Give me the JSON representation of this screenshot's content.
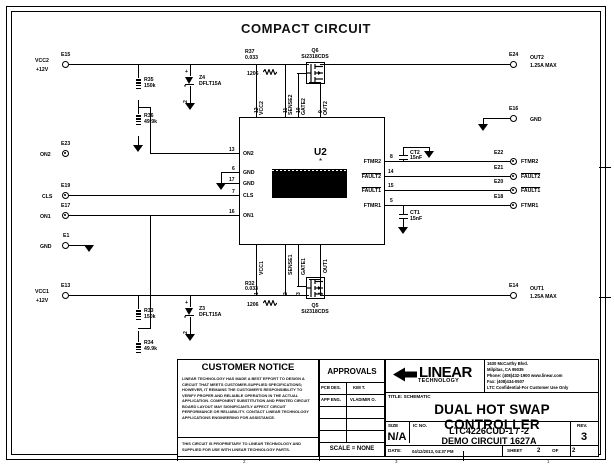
{
  "sheet": {
    "title": "COMPACT CIRCUIT",
    "border_marks": [
      "2",
      "3",
      "1"
    ]
  },
  "terminals": [
    {
      "id": "E15",
      "net": "VCC2",
      "sub": "+12V",
      "style": "open"
    },
    {
      "id": "E23",
      "net": "ON2",
      "sub": "",
      "style": "filled"
    },
    {
      "id": "E19",
      "net": "CLS",
      "sub": "",
      "style": "filled"
    },
    {
      "id": "E17",
      "net": "ON1",
      "sub": "",
      "style": "filled"
    },
    {
      "id": "E1",
      "net": "GND",
      "sub": "",
      "style": "open"
    },
    {
      "id": "E13",
      "net": "VCC1",
      "sub": "+12V",
      "style": "open"
    },
    {
      "id": "E24",
      "net": "OUT2",
      "sub": "1.25A MAX",
      "style": "open"
    },
    {
      "id": "E16",
      "net": "GND",
      "sub": "",
      "style": "open"
    },
    {
      "id": "E22",
      "net": "FTMR2",
      "sub": "",
      "style": "filled"
    },
    {
      "id": "E21",
      "net": "FAULT2",
      "sub": "",
      "style": "filled",
      "overline": true
    },
    {
      "id": "E20",
      "net": "FAULT1",
      "sub": "",
      "style": "filled",
      "overline": true
    },
    {
      "id": "E18",
      "net": "FTMR1",
      "sub": "",
      "style": "filled"
    },
    {
      "id": "E14",
      "net": "OUT1",
      "sub": "1.25A MAX",
      "style": "open"
    }
  ],
  "ic": {
    "refdes": "U2",
    "marker": "*",
    "pins_top": [
      {
        "num": "12",
        "name": "VCC2"
      },
      {
        "num": "11",
        "name": "SENSE2"
      },
      {
        "num": "10",
        "name": "GATE2"
      },
      {
        "num": "9",
        "name": "OUT2"
      }
    ],
    "pins_left": [
      {
        "num": "13",
        "name": "ON2"
      },
      {
        "num": "6",
        "name": "GND"
      },
      {
        "num": "17",
        "name": "GND"
      },
      {
        "num": "7",
        "name": "CLS"
      },
      {
        "num": "16",
        "name": "ON1"
      }
    ],
    "pins_right": [
      {
        "num": "8",
        "name": "FTMR2",
        "overline": false
      },
      {
        "num": "14",
        "name": "FAULT2",
        "overline": true
      },
      {
        "num": "15",
        "name": "FAULT1",
        "overline": true
      },
      {
        "num": "5",
        "name": "FTMR1",
        "overline": false
      }
    ],
    "pins_bottom": [
      {
        "num": "1",
        "name": "VCC1"
      },
      {
        "num": "2",
        "name": "SENSE1"
      },
      {
        "num": "3",
        "name": "GATE1"
      },
      {
        "num": "4",
        "name": "OUT1"
      }
    ]
  },
  "components": [
    {
      "ref": "R35",
      "value": "150k",
      "pkg": ""
    },
    {
      "ref": "R36",
      "value": "49.9k",
      "pkg": ""
    },
    {
      "ref": "Z4",
      "value": "DFLT15A",
      "pkg": ""
    },
    {
      "ref": "R37",
      "value": "0.033",
      "pkg": "1206"
    },
    {
      "ref": "Q6",
      "value": "Si2318CDS",
      "pkg": ""
    },
    {
      "ref": "CT2",
      "value": "15nF",
      "pkg": ""
    },
    {
      "ref": "CT1",
      "value": "15nF",
      "pkg": ""
    },
    {
      "ref": "R33",
      "value": "150k",
      "pkg": ""
    },
    {
      "ref": "R34",
      "value": "49.9k",
      "pkg": ""
    },
    {
      "ref": "Z3",
      "value": "DFLT15A",
      "pkg": ""
    },
    {
      "ref": "R32",
      "value": "0.033",
      "pkg": "1206"
    },
    {
      "ref": "Q5",
      "value": "Si2318CDS",
      "pkg": ""
    }
  ],
  "title_block": {
    "notice": {
      "heading": "CUSTOMER NOTICE",
      "body": "LINEAR TECHNOLOGY HAS MADE A BEST EFFORT TO DESIGN A CIRCUIT THAT MEETS CUSTOMER-SUPPLIED SPECIFICATIONS; HOWEVER, IT REMAINS THE CUSTOMER'S RESPONSIBILITY TO VERIFY PROPER AND RELIABLE OPERATION IN THE ACTUAL APPLICATION. COMPONENT SUBSTITUTION AND PRINTED CIRCUIT BOARD LAYOUT MAY SIGNIFICANTLY AFFECT CIRCUIT PERFORMANCE OR RELIABILITY. CONTACT LINEAR TECHNOLOGY APPLICATIONS ENGINEERING FOR ASSISTANCE.",
      "footer": "THIS CIRCUIT IS PROPRIETARY TO LINEAR TECHNOLOGY AND SUPPLIED FOR USE WITH LINEAR TECHNOLOGY PARTS."
    },
    "approvals": {
      "heading": "APPROVALS",
      "rows": [
        {
          "role": "PCB DES.",
          "name": "KIM T."
        },
        {
          "role": "APP ENG.",
          "name": "VLADIMIR O."
        },
        {
          "role": "",
          "name": ""
        },
        {
          "role": "",
          "name": ""
        }
      ],
      "scale": "SCALE = NONE"
    },
    "company": {
      "logo": "LINEAR",
      "logo_sub": "TECHNOLOGY",
      "address_line1": "1630 McCarthy Blvd.",
      "address_line2": "Milpitas, CA 95035",
      "address_line3": "Phone: (408)432-1900  www.linear.com",
      "address_line4": "Fax: (408)434-0507",
      "address_line5": "LTC Confidential-For Customer Use Only"
    },
    "title_label": "TITLE: SCHEMATIC",
    "title_main": "DUAL HOT SWAP CONTROLLER",
    "size_label": "SIZE",
    "size_value": "N/A",
    "icno_label": "IC NO.",
    "part_line1": "LTC4226CUD-1 / -2",
    "part_line2": "DEMO CIRCUIT 1627A",
    "rev_label": "REV.",
    "rev_value": "3",
    "date_label": "DATE:",
    "date_value": "04/12/2013, 04:37 PM",
    "sheet_label": "SHEET",
    "sheet_num": "2",
    "sheet_of": "OF",
    "sheet_total": "2"
  }
}
